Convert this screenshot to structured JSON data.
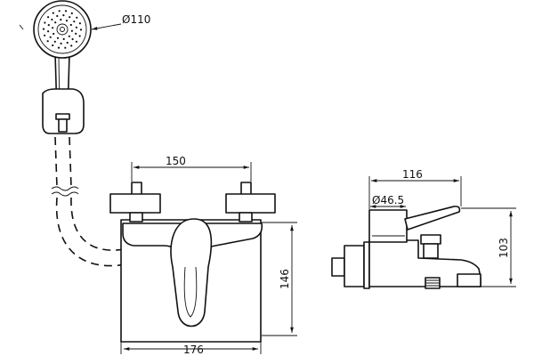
{
  "dimensions": {
    "shower_diameter": "Ø110",
    "inlet_spacing": "150",
    "body_height": "146",
    "body_width": "176",
    "side_depth": "116",
    "cartridge_diameter": "Ø46.5",
    "side_height": "103"
  },
  "colors": {
    "line": "#111111",
    "background": "#ffffff"
  }
}
